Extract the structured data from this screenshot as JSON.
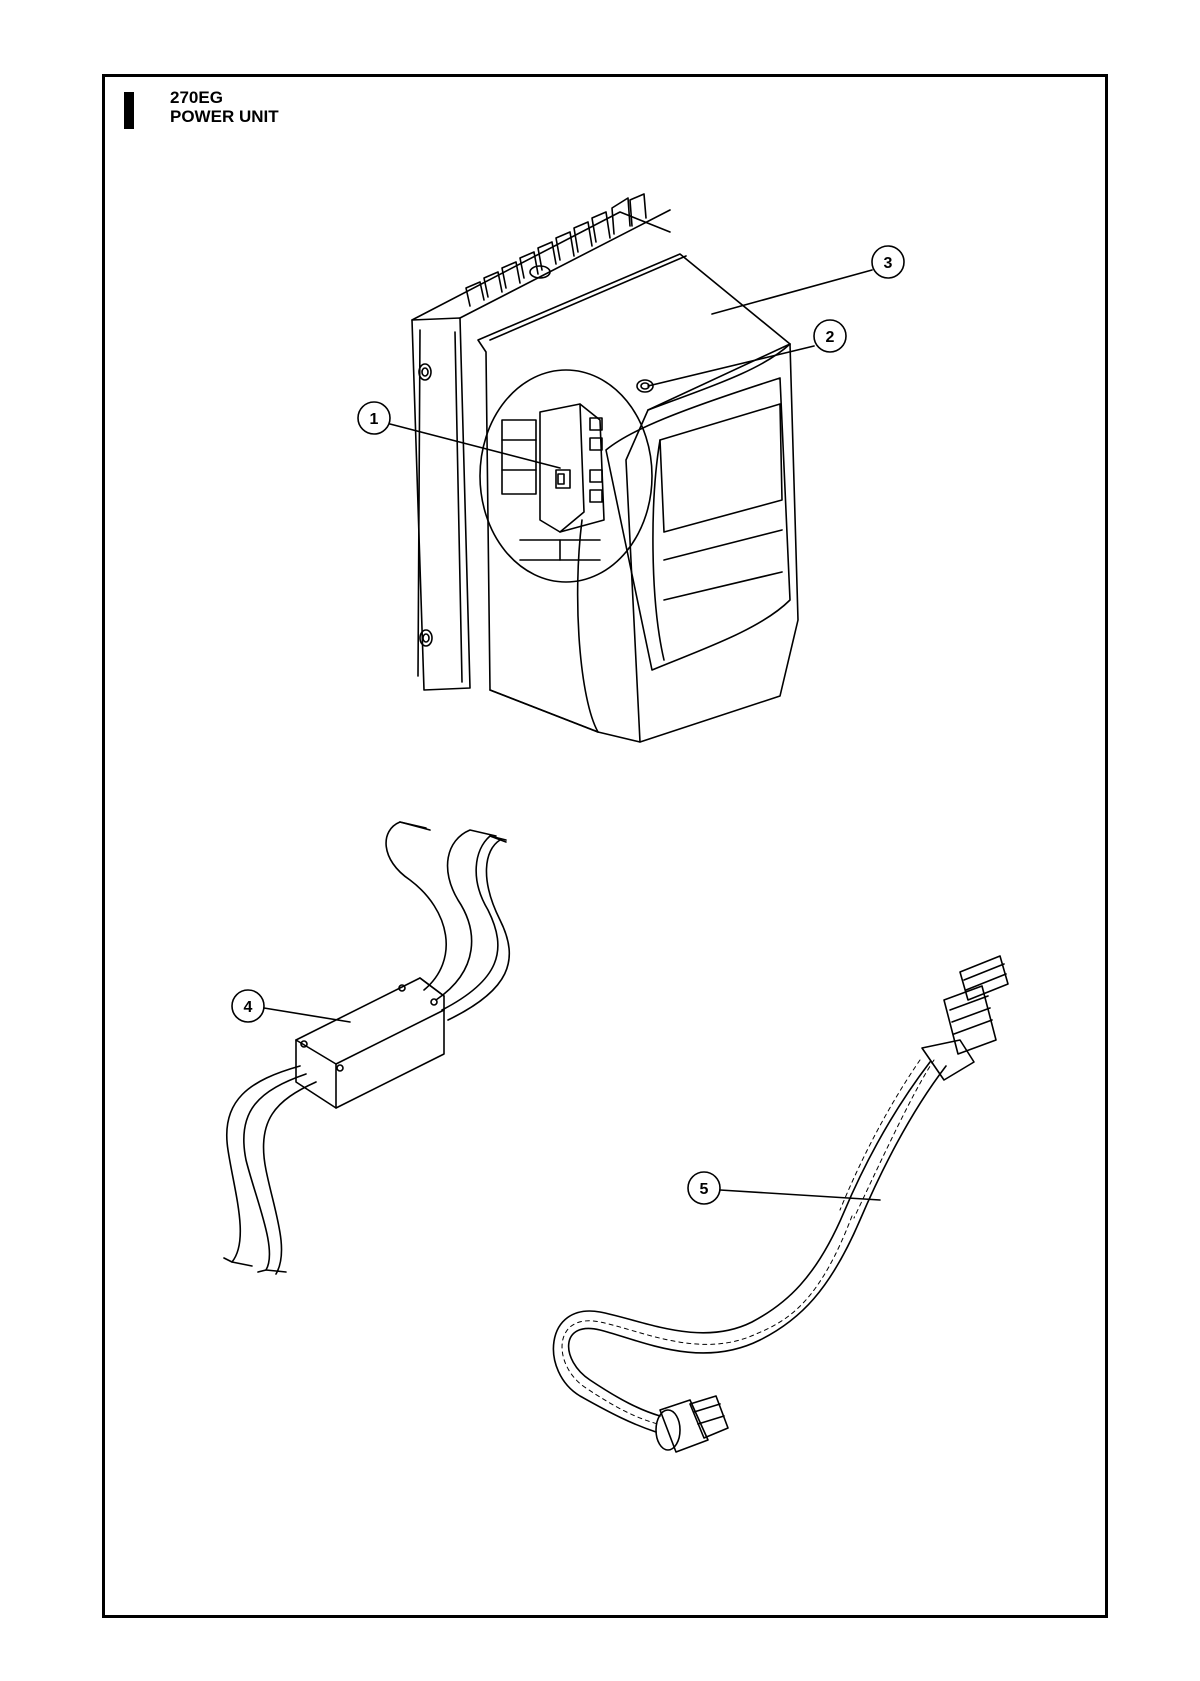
{
  "header": {
    "section_letter": "I",
    "model": "270EG",
    "title": "POWER UNIT"
  },
  "callouts": [
    {
      "id": "callout-1",
      "label": "1"
    },
    {
      "id": "callout-2",
      "label": "2"
    },
    {
      "id": "callout-3",
      "label": "3"
    },
    {
      "id": "callout-4",
      "label": "4"
    },
    {
      "id": "callout-5",
      "label": "5"
    }
  ]
}
